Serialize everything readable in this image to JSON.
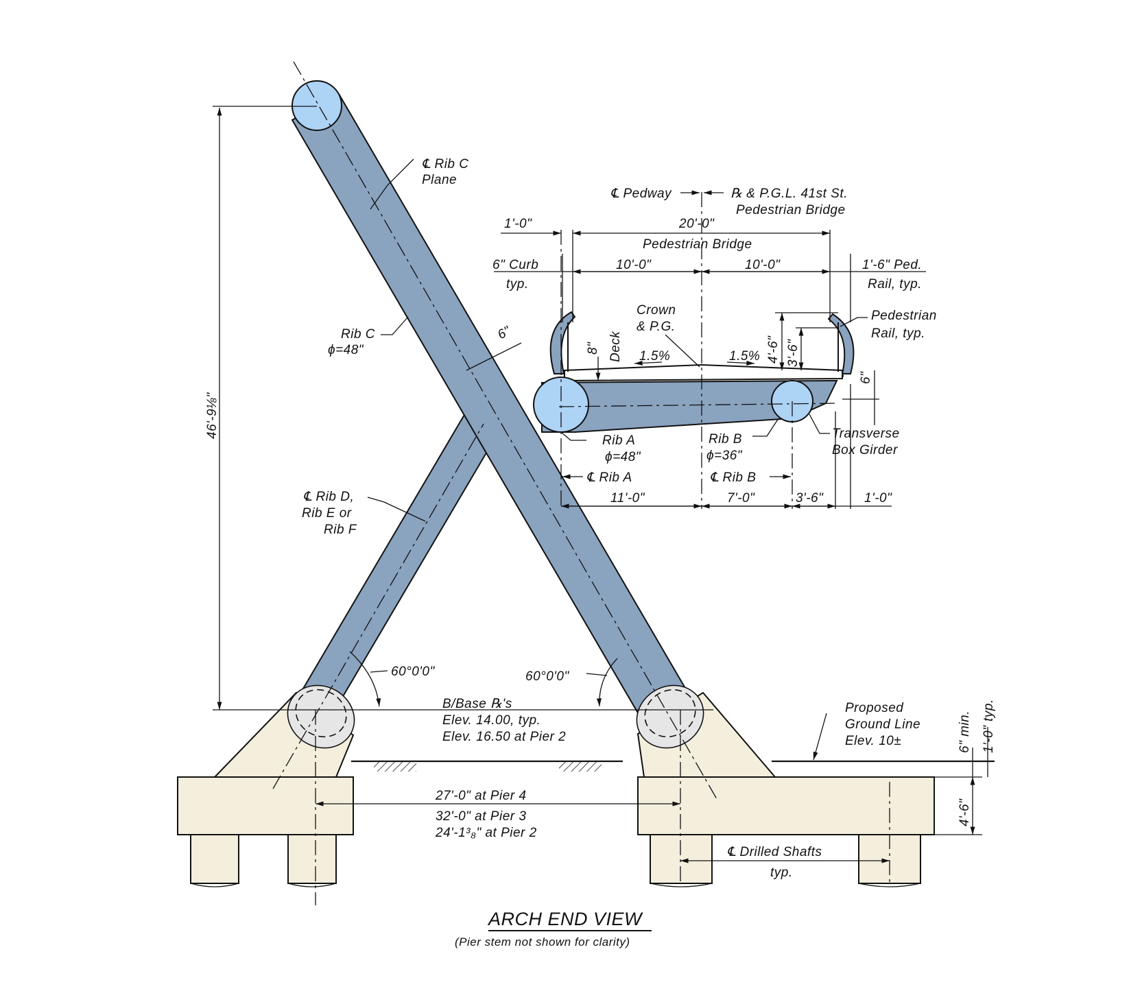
{
  "colors": {
    "rib": "#8aa3bf",
    "rib_end": "#add3f5",
    "concrete": "#f4eedd",
    "line": "#111111"
  },
  "title": "ARCH END VIEW",
  "subtitle": "(Pier stem not shown for clarity)",
  "labels": {
    "rib_c_plane_1": "℄ Rib C",
    "rib_c_plane_2": "Plane",
    "rib_c_1": "Rib C",
    "rib_c_2": "ϕ=48\"",
    "six_in": "6\"",
    "rib_def_1": "℄ Rib D,",
    "rib_def_2": "Rib E or",
    "rib_def_3": "Rib F",
    "height": "46'-9⅛\"",
    "angle_left": "60°0'0\"",
    "angle_right": "60°0'0\"",
    "base_1": "B/Base ℞'s",
    "base_2": "Elev. 14.00, typ.",
    "base_3": "Elev. 16.50 at Pier 2",
    "spacing_1": "27'-0\" at Pier 4",
    "spacing_2": "32'-0\" at Pier 3",
    "spacing_3": "24'-1³₈\" at Pier 2",
    "shafts_1": "℄ Drilled Shafts",
    "shafts_2": "typ.",
    "ground_1": "Proposed",
    "ground_2": "Ground Line",
    "ground_3": "Elev. 10±",
    "six_min": "6\" min.",
    "one_typ": "1'-0\" typ.",
    "footing": "4'-6\"",
    "pedway": "℄ Pedway",
    "bridge_1": "℞ & P.G.L. 41st St.",
    "bridge_2": "Pedestrian Bridge",
    "one_ft_top": "1'-0\"",
    "twenty_ft": "20'-0\"",
    "ped_bridge": "Pedestrian Bridge",
    "curb_1": "6\" Curb",
    "curb_2": "typ.",
    "ten_left": "10'-0\"",
    "ten_right": "10'-0\"",
    "pedrail_1": "1'-6\" Ped.",
    "pedrail_2": "Rail, typ.",
    "crown_1": "Crown",
    "crown_2": "& P.G.",
    "eight_in": "8\"",
    "deck": "Deck",
    "slope_left": "1.5%",
    "slope_right": "1.5%",
    "four_six": "4'-6\"",
    "three_six": "3'-6\"",
    "rail_1": "Pedestrian",
    "rail_2": "Rail, typ.",
    "six_right": "6\"",
    "rib_a_1": "Rib A",
    "rib_a_2": "ϕ=48\"",
    "rib_b_1": "Rib B",
    "rib_b_2": "ϕ=36\"",
    "girder_1": "Transverse",
    "girder_2": "Box Girder",
    "cl_rib_a": "℄ Rib A",
    "cl_rib_b": "℄ Rib B",
    "eleven": "11'-0\"",
    "seven": "7'-0\"",
    "three_six_b": "3'-6\"",
    "one_ft_b": "1'-0\""
  }
}
